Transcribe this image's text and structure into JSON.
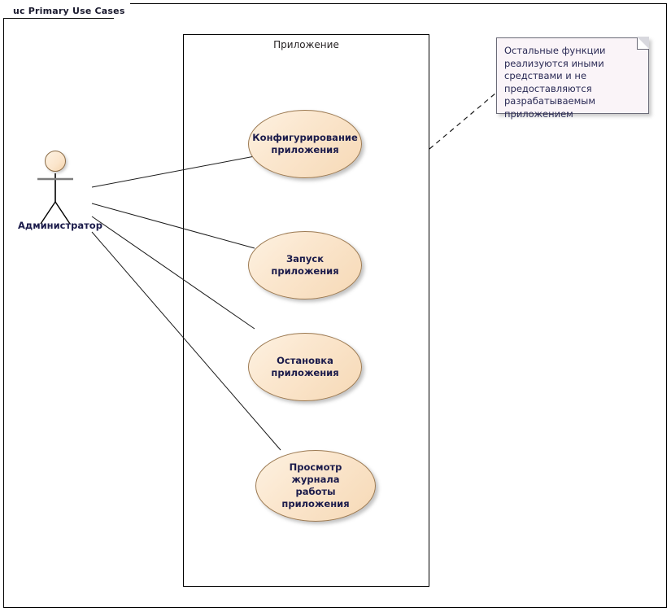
{
  "diagram": {
    "frame_tab_label": "uc Primary Use Cases",
    "boundary_label": "Приложение",
    "accent_fill": "#fbe7cf",
    "accent_border": "#9c7a52",
    "text_color": "#1b1b4b",
    "note_fill": "#faf4f8"
  },
  "actor": {
    "name": "Администратор",
    "icon": "stick-figure-actor-icon"
  },
  "use_cases": [
    {
      "label_line1": "Конфигурирование",
      "label_line2": "приложения"
    },
    {
      "label_line1": "Запуск приложения",
      "label_line2": ""
    },
    {
      "label_line1": "Остановка",
      "label_line2": "приложения"
    },
    {
      "label_line1": "Просмотр журнала",
      "label_line2": "работы приложения"
    }
  ],
  "note": {
    "text": "Остальные функции реализуются иными средствами и не предоставляются разрабатываемым приложением"
  }
}
